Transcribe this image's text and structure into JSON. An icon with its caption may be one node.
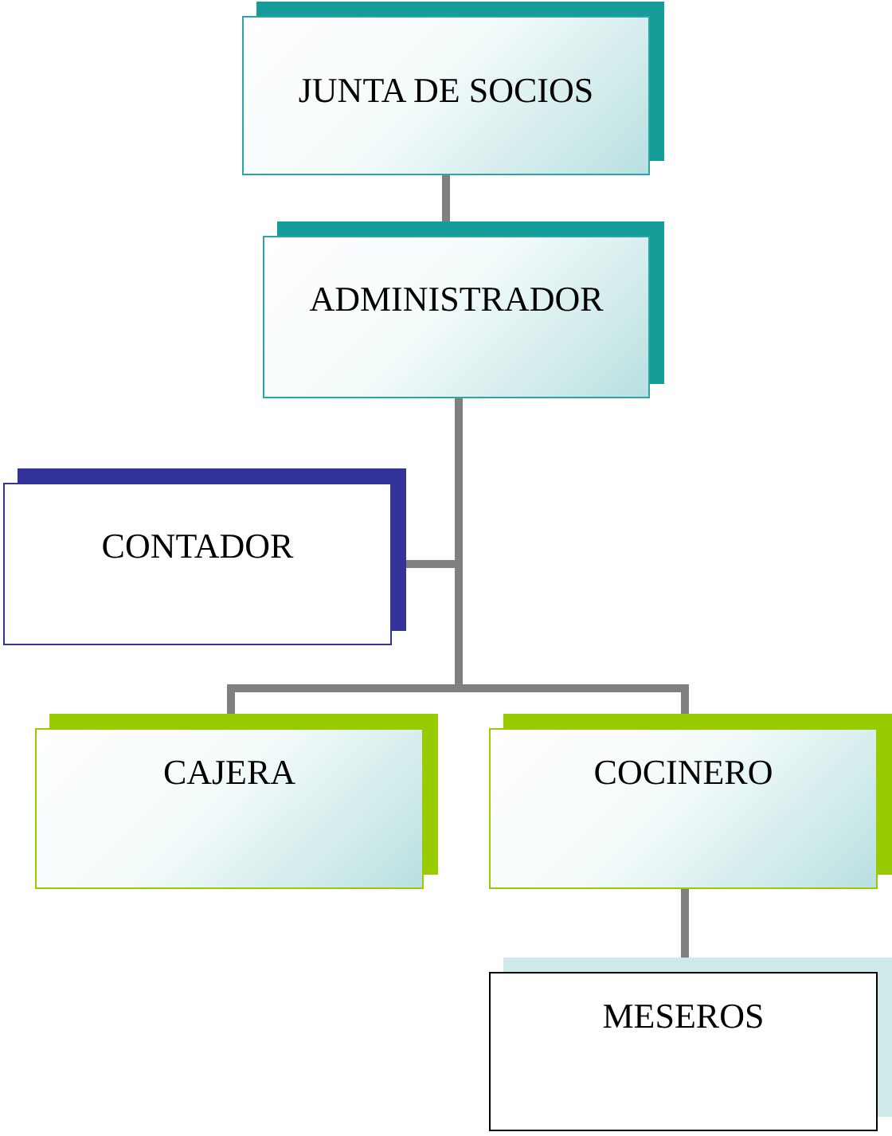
{
  "diagram": {
    "nodes": [
      {
        "text": [
          "JUNTA DE SOCIOS"
        ]
      },
      {
        "text": [
          "ADMINISTRADOR"
        ]
      },
      {
        "text": [
          "CONTADOR"
        ]
      },
      {
        "text": [
          "CAJERA"
        ]
      },
      {
        "text": [
          "COCINERO"
        ]
      },
      {
        "text": [
          "MESEROS"
        ]
      }
    ],
    "edges": [
      {
        "from": 0,
        "to": 1,
        "arrow": "none"
      },
      {
        "from": 1,
        "to": 2,
        "arrow": "none"
      },
      {
        "from": 1,
        "to": 3,
        "arrow": "none"
      },
      {
        "from": 1,
        "to": 4,
        "arrow": "none"
      },
      {
        "from": 4,
        "to": 5,
        "arrow": "none"
      }
    ]
  }
}
